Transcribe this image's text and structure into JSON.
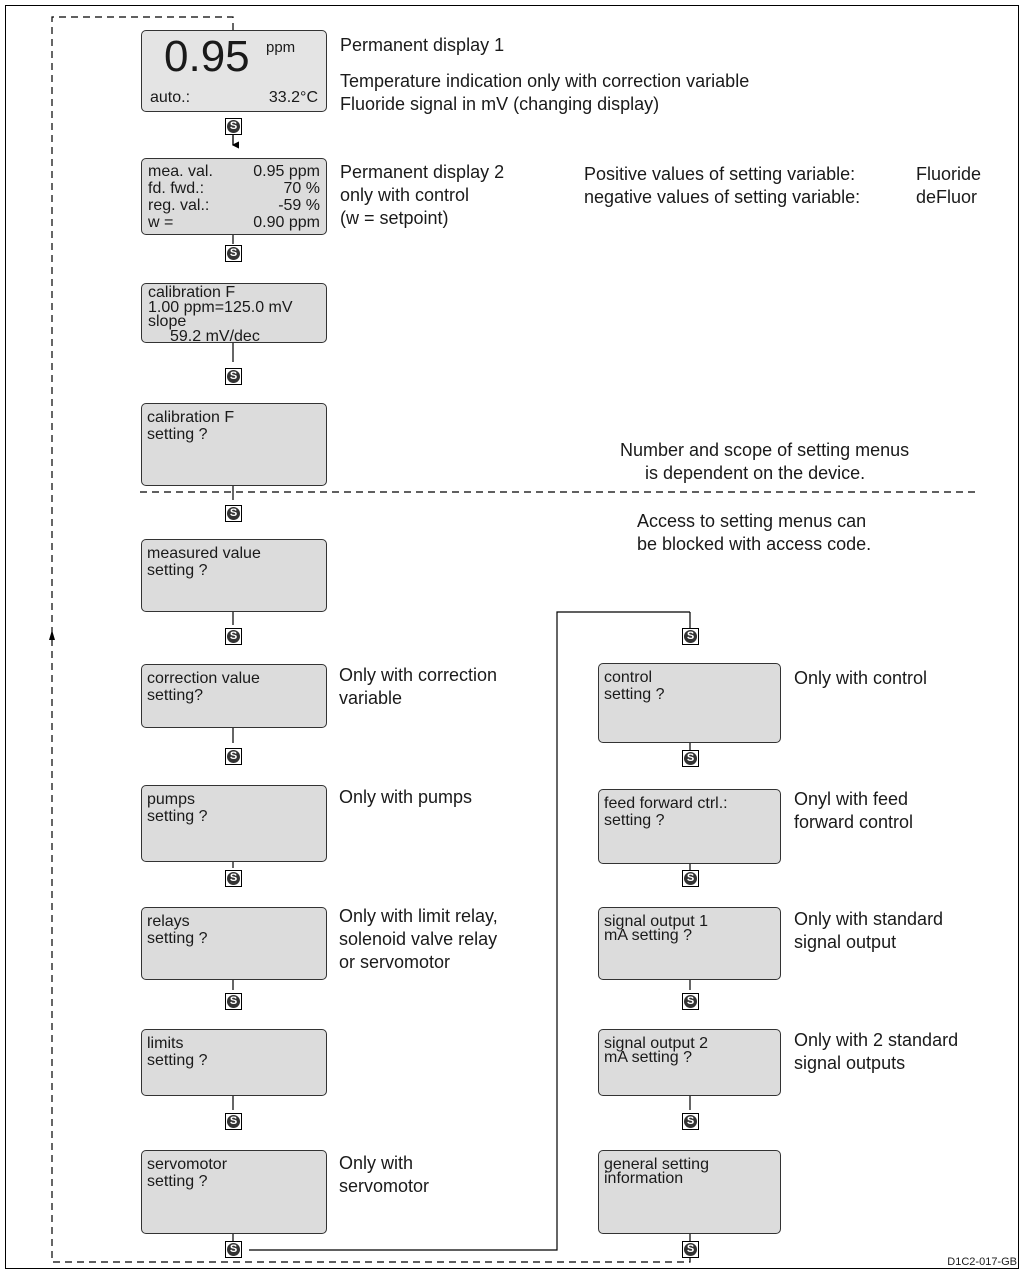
{
  "display1": {
    "value": "0.95",
    "unit": "ppm",
    "mode": "auto.:",
    "temp": "33.2°C"
  },
  "display2": {
    "rows": [
      {
        "l": "mea. val.",
        "r": "0.95 ppm"
      },
      {
        "l": "fd. fwd.:",
        "r": "70 %"
      },
      {
        "l": "reg. val.:",
        "r": "-59 %"
      },
      {
        "l": "w =",
        "r": "0.90 ppm"
      }
    ]
  },
  "calib1": {
    "l1": "calibration F",
    "l2": "1.00 ppm=125.0 mV",
    "l3": "slope",
    "l4": "59.2 mV/dec"
  },
  "menus_left": [
    {
      "l1": "calibration F",
      "l2": "setting ?"
    },
    {
      "l1": "measured value",
      "l2": "setting ?"
    },
    {
      "l1": "correction value",
      "l2": "setting?"
    },
    {
      "l1": "pumps",
      "l2": "setting ?"
    },
    {
      "l1": "relays",
      "l2": "setting ?"
    },
    {
      "l1": "limits",
      "l2": "setting ?"
    },
    {
      "l1": "servomotor",
      "l2": "setting ?"
    }
  ],
  "menus_right": [
    {
      "l1": "control",
      "l2": "setting ?"
    },
    {
      "l1": "feed forward ctrl.:",
      "l2": "setting ?"
    },
    {
      "l1": "signal output 1",
      "l2": "mA setting ?"
    },
    {
      "l1": "signal output 2",
      "l2": "mA setting ?"
    },
    {
      "l1": "general setting",
      "l2": "information"
    }
  ],
  "notes": {
    "perm1": "Permanent display 1",
    "temp": "Temperature indication only with correction variable",
    "fluor": "Fluoride signal in mV (changing display)",
    "perm2": "Permanent display 2\nonly with control\n(w = setpoint)",
    "pos": "Positive values of setting variable:",
    "pos_v": "Fluoride",
    "neg": "negative values of setting variable:",
    "neg_v": "deFluor",
    "scope": "Number and scope of setting menus\n     is dependent on the device.",
    "access": "Access to setting menus can\nbe blocked with access code.",
    "corr": "Only with correction\nvariable",
    "pumps": "Only with pumps",
    "relays": "Only with limit relay,\nsolenoid valve relay\nor servomotor",
    "servo": "Only with\nservomotor",
    "control": "Only with control",
    "ffwd": "Onyl with feed\nforward control",
    "sig1": "Only with standard\nsignal output",
    "sig2": "Only with 2 standard\nsignal outputs"
  },
  "key_symbol": "S",
  "doc_code": "D1C2-017-GB"
}
